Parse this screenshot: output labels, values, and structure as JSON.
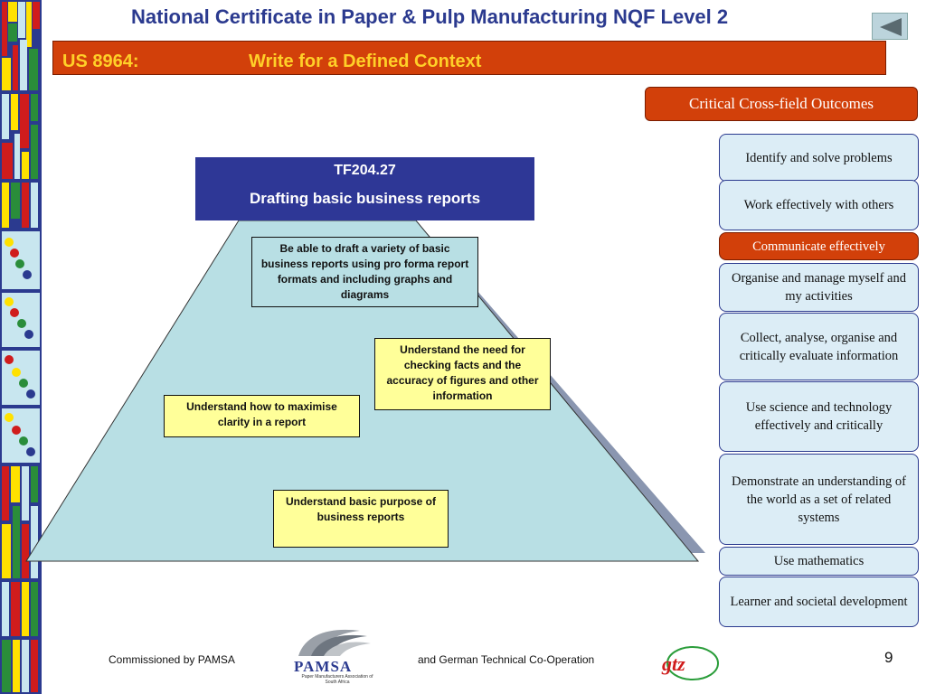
{
  "header": {
    "title": "National Certificate in Paper & Pulp Manufacturing NQF Level 2",
    "back_button": "back-arrow-icon"
  },
  "unit": {
    "code": "US 8964:",
    "name": "Write for a Defined Context"
  },
  "topic": {
    "code": "TF204.27",
    "name": "Drafting basic business reports"
  },
  "pyramid_items": [
    "Be able to draft a variety of basic business reports using pro forma report formats and including graphs and diagrams",
    "Understand the need for checking facts and the accuracy of figures and other information",
    "Understand how to maximise clarity in a report",
    "Understand basic purpose of business reports"
  ],
  "ccfo": {
    "heading": "Critical Cross-field Outcomes",
    "items": [
      "Identify and solve problems",
      "Work effectively with others",
      "Communicate effectively",
      "Organise and manage myself and my activities",
      "Collect, analyse, organise and critically evaluate information",
      "Use science and technology effectively and critically",
      "Demonstrate an understanding of the world as a set of related systems",
      "Use mathematics",
      "Learner and societal development"
    ],
    "active_index": 2
  },
  "footer": {
    "commissioned": "Commissioned by PAMSA",
    "logo_name": "PAMSA",
    "logo_subtitle": "Paper Manufacturers Association of South Africa",
    "cooperation": "and German Technical Co-Operation",
    "gtz_logo": "gtz",
    "page_number": "9"
  },
  "colors": {
    "title_blue": "#2b3a8f",
    "accent_orange": "#d2400a",
    "unit_text_yellow": "#ffd028",
    "pyramid_fill": "#b8dfe4",
    "box_yellow": "#ffff99",
    "ccfo_fill": "#dcedf6"
  }
}
